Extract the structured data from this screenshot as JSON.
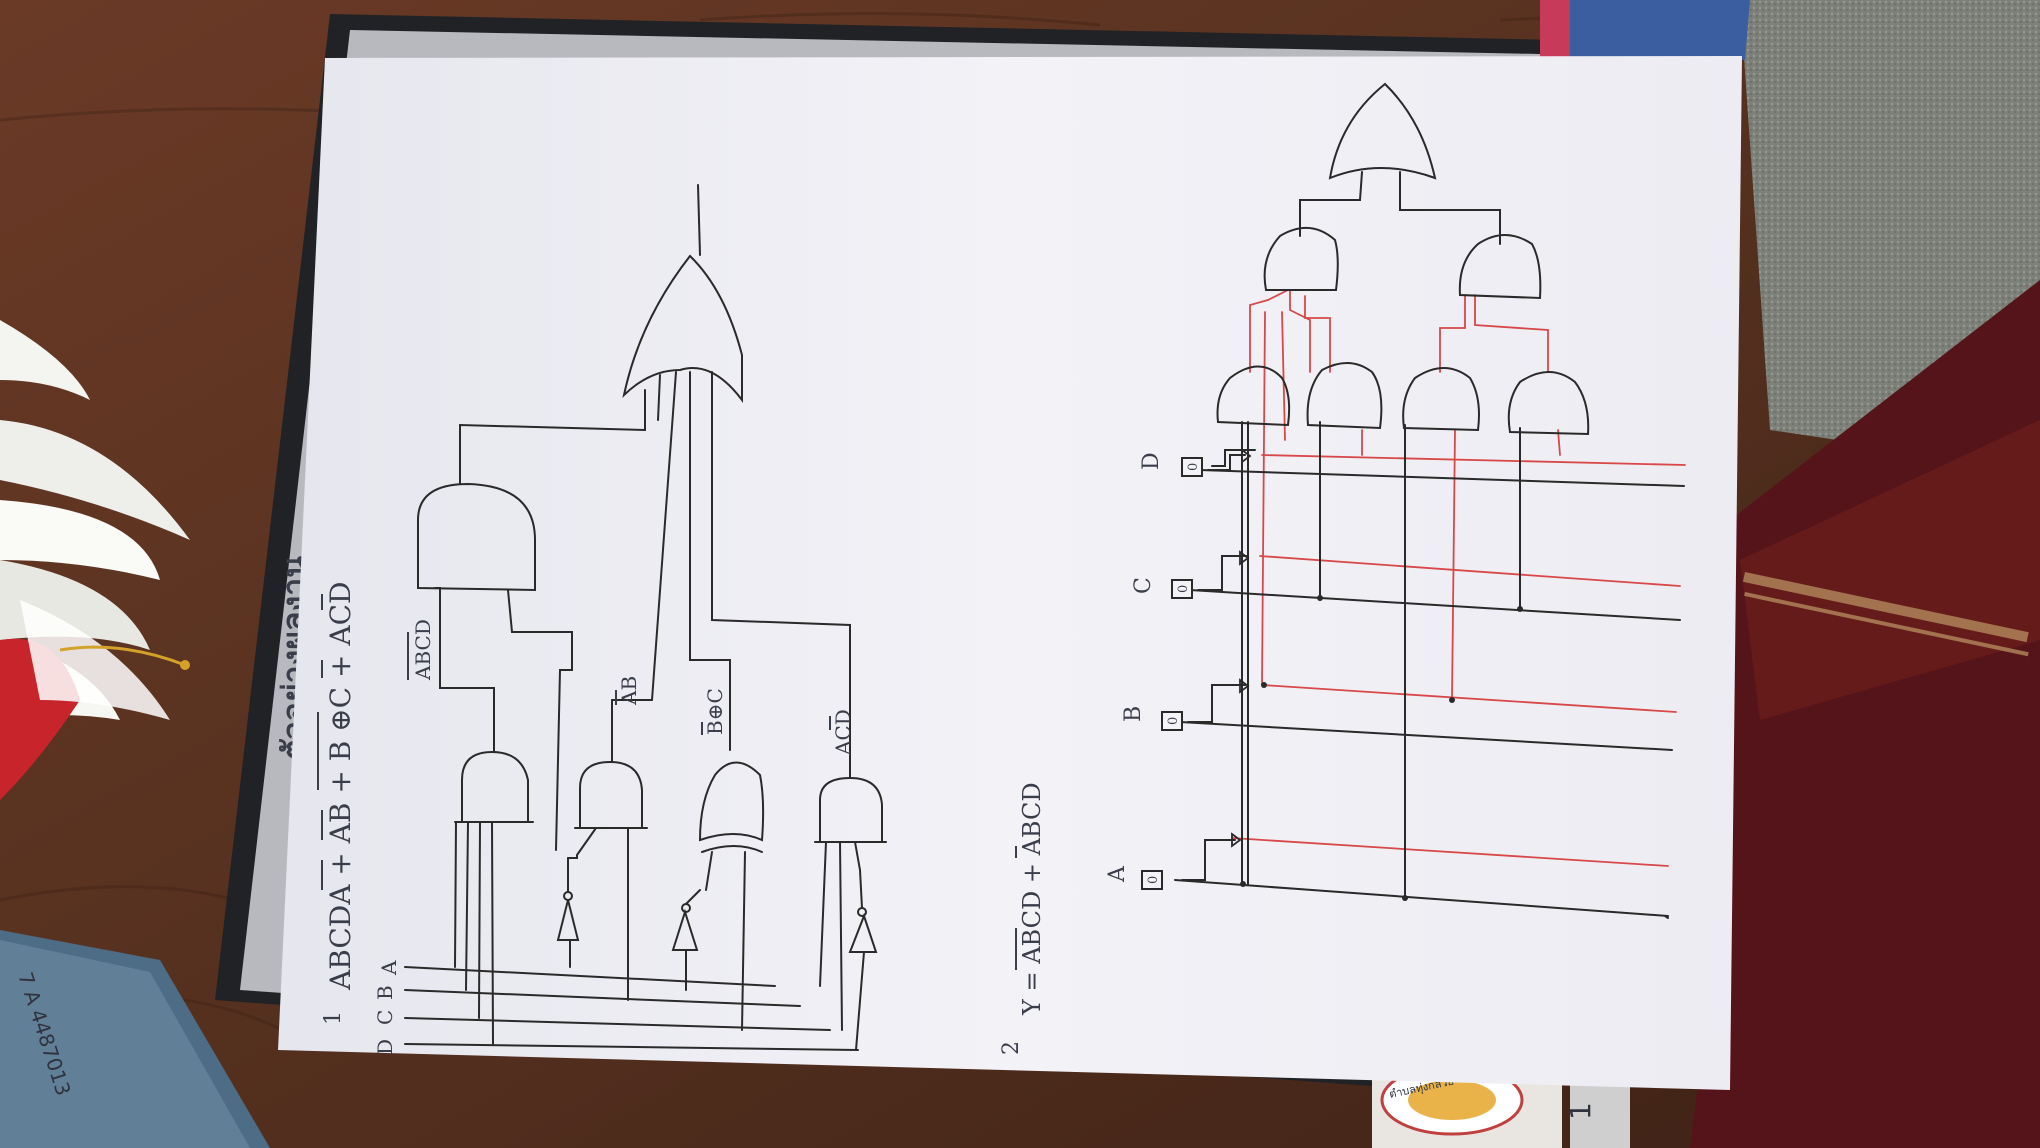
{
  "sheet": {
    "problem1": {
      "number": "1",
      "expression": "ABCDA + AB + B ⊕C + ACD",
      "inputs": [
        "D",
        "C",
        "B",
        "A"
      ],
      "labels": {
        "abcd": "ABCD",
        "ab": "AB",
        "bxc": "B⊕C",
        "acd": "ACD"
      }
    },
    "problem2": {
      "number": "2",
      "expression": "Y = ABCD + ABCD",
      "inputs": [
        "A",
        "B",
        "C",
        "D"
      ],
      "pins": [
        "0",
        "0",
        "0",
        "0"
      ]
    }
  },
  "background": {
    "folder_title": "ตัวอย่างผลงาน",
    "notebook_number": "7 A 4487013",
    "badge_text": "ตำบลทุ่งกล้วย"
  },
  "colors": {
    "table": "#5a2e1e",
    "paper": "#f1f1f6",
    "ink": "#2a2a2a",
    "red_wire": "#d84848",
    "carpet": "#7c8078",
    "cloth": "#5a1416"
  }
}
